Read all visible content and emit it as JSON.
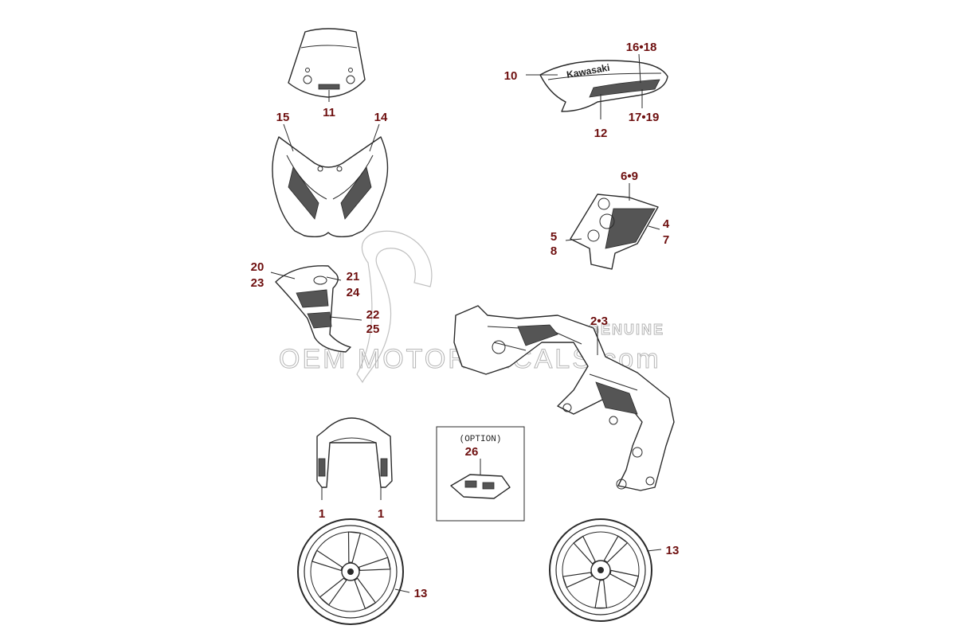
{
  "watermark": {
    "genuine": "GENUINE",
    "site": "OEM MOTORDECALS.com"
  },
  "brand_decal": "Kawasaki",
  "option_box": {
    "label": "(OPTION)"
  },
  "callouts": {
    "windscreen": "11",
    "cowl_left": "15",
    "cowl_right": "14",
    "tank_main": "10",
    "tank_top": "16•18",
    "tank_stripe": "12",
    "tank_lower": "17•19",
    "guard_top": "6•9",
    "guard_a": "4",
    "guard_b": "7",
    "guard_c": "5",
    "guard_d": "8",
    "shroud_a": "20",
    "shroud_b": "23",
    "shroud_c": "21",
    "shroud_d": "24",
    "shroud_e": "22",
    "shroud_f": "25",
    "frame": "2•3",
    "fork_left": "1",
    "fork_right": "1",
    "option_part": "26",
    "wheel_front": "13",
    "wheel_rear": "13"
  }
}
